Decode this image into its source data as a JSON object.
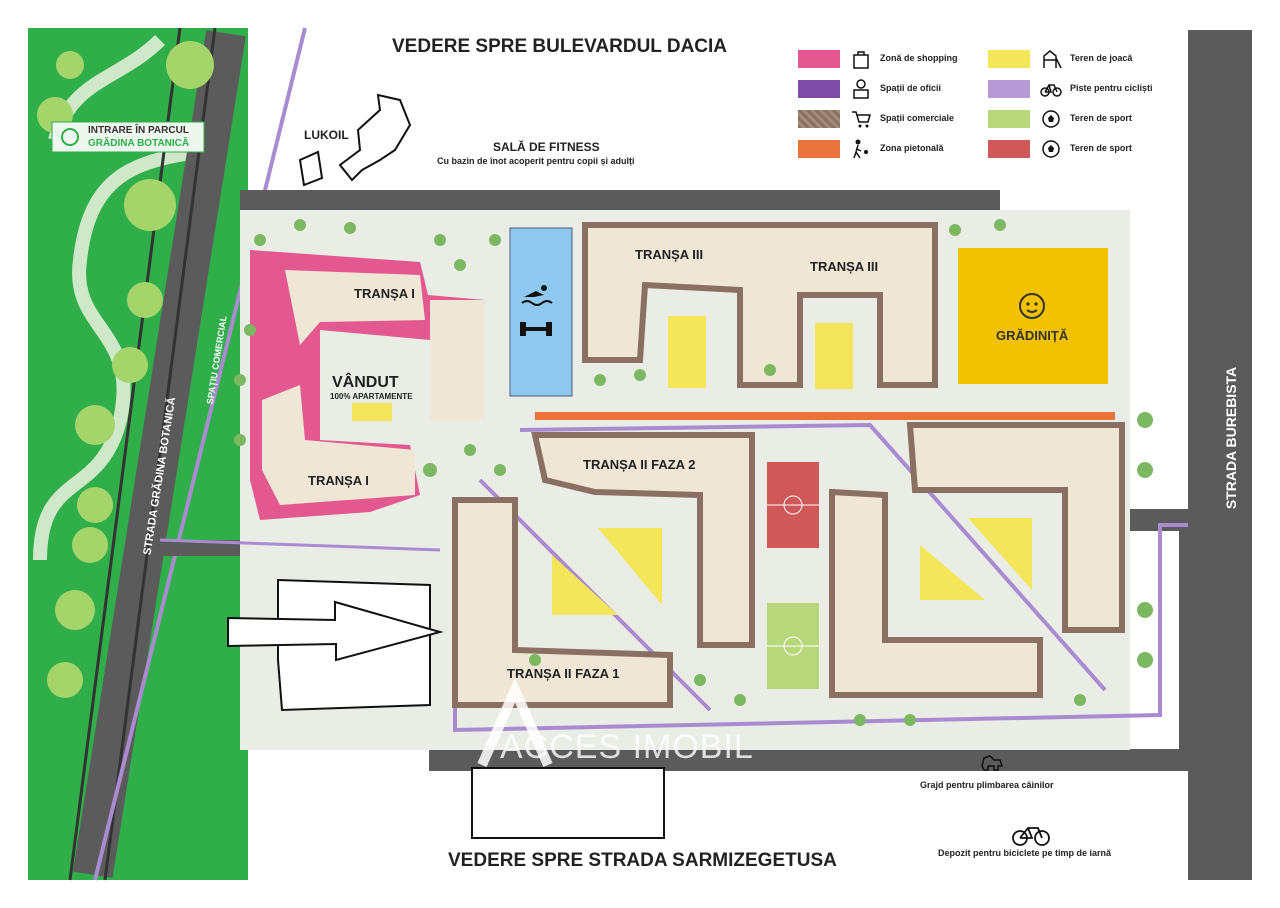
{
  "header": {
    "north_title": "VEDERE SPRE BULEVARDUL DACIA",
    "south_title": "VEDERE SPRE STRADA SARMIZEGETUSA"
  },
  "streets": {
    "east": "STRADA BUREBISTA",
    "west": "STRADA GRĂDINA BOTANICĂ",
    "commercial": "SPAȚIU COMERCIAL"
  },
  "park_sign": {
    "line1": "INTRARE ÎN PARCUL",
    "line2": "GRĂDINA BOTANICĂ"
  },
  "landmarks": {
    "lukoil": "LUKOIL",
    "fitness_title": "SALĂ DE FITNESS",
    "fitness_sub": "Cu bazin de înot acoperit pentru copii și adulți",
    "kindergarten": "GRĂDINIȚĂ",
    "sold_title": "VÂNDUT",
    "sold_sub": "100% APARTAMENTE",
    "dog_park": "Grajd pentru plimbarea câinilor",
    "bike_storage": "Depozit pentru biciclete pe timp de iarnă",
    "watermark": "ACCES IMOBIL"
  },
  "buildings": {
    "t1_top": "TRANȘA I",
    "t1_bottom": "TRANȘA I",
    "t3_left": "TRANȘA III",
    "t3_right": "TRANȘA III",
    "t2f2": "TRANȘA II FAZA 2",
    "t2f1": "TRANȘA II FAZA 1"
  },
  "legend": [
    {
      "label": "Zonă de shopping",
      "color": "#e3598f",
      "icon": "shopping-bag-icon",
      "pattern": "solid"
    },
    {
      "label": "Spații de oficii",
      "color": "#7e4ba6",
      "icon": "office-worker-icon",
      "pattern": "solid"
    },
    {
      "label": "Spații comerciale",
      "color": "#8a6f63",
      "icon": "shopping-cart-icon",
      "pattern": "hatched"
    },
    {
      "label": "Zona pietonală",
      "color": "#e8743b",
      "icon": "pedestrian-icon",
      "pattern": "solid"
    },
    {
      "label": "Teren de joacă",
      "color": "#f3e65a",
      "icon": "playground-icon",
      "pattern": "solid"
    },
    {
      "label": "Piste pentru cicliști",
      "color": "#b59ad6",
      "icon": "bicycle-icon",
      "pattern": "solid"
    },
    {
      "label": "Teren de sport",
      "color": "#b8d77a",
      "icon": "football-icon",
      "pattern": "solid"
    },
    {
      "label": "Teren de sport",
      "color": "#cf5858",
      "icon": "football-icon",
      "pattern": "solid"
    }
  ],
  "colors": {
    "road": "#5b5b5b",
    "building": "#efe6d6",
    "building_border": "#8a6f63",
    "park_green": "#2fae4a",
    "yard": "#e9ede6",
    "pool": "#8fc9f0",
    "kindergarten": "#f2c200",
    "bike_path": "#a98bd0",
    "pedestrian": "#e8743b",
    "shopping": "#e3598f"
  }
}
